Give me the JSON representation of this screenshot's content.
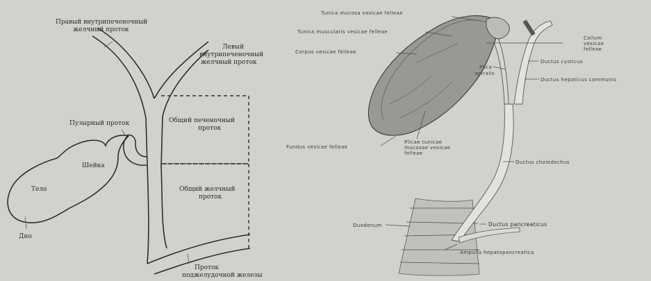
{
  "left_diagram": {
    "right_hepatic_duct": [
      "Правый внутрипеченочный",
      "желчный проток"
    ],
    "left_hepatic_duct": [
      "Левый",
      "внутрипеченочный",
      "желчный проток"
    ],
    "cystic_duct": "Пузырный проток",
    "neck": "Шейка",
    "body": "Тело",
    "fundus": "Дно",
    "common_hepatic_duct": [
      "Общий печеночный",
      "проток"
    ],
    "common_bile_duct": [
      "Общий желчный",
      "проток"
    ],
    "pancreatic_duct": [
      "Проток",
      "поджелудочной железы"
    ]
  },
  "right_diagram": {
    "tunica_mucosa": "Tunica mucosa vesicae felleae",
    "tunica_muscularis": "Tunica muscularis vesicae felleae",
    "corpus": "Corpus vesicae felleae",
    "collum": [
      "Collum",
      "vesicae",
      "felleae"
    ],
    "ductus_cysticus": "Ductus cysticus",
    "plica_spiralis": [
      "Plica",
      "spiralis"
    ],
    "ductus_hepaticus": "Ductus hepaticus communis",
    "fundus": "Fundus vesicae felleae",
    "plicae_tunicae": [
      "Plicae tunicae",
      "mucosae vesicae",
      "felleae"
    ],
    "ductus_choledochus": "Ductus choledochus",
    "duodenum": "Duodenum",
    "ductus_pancreaticus": "Ductus pancreaticus",
    "ampulla": "Ampulla hepatopancreatica"
  }
}
